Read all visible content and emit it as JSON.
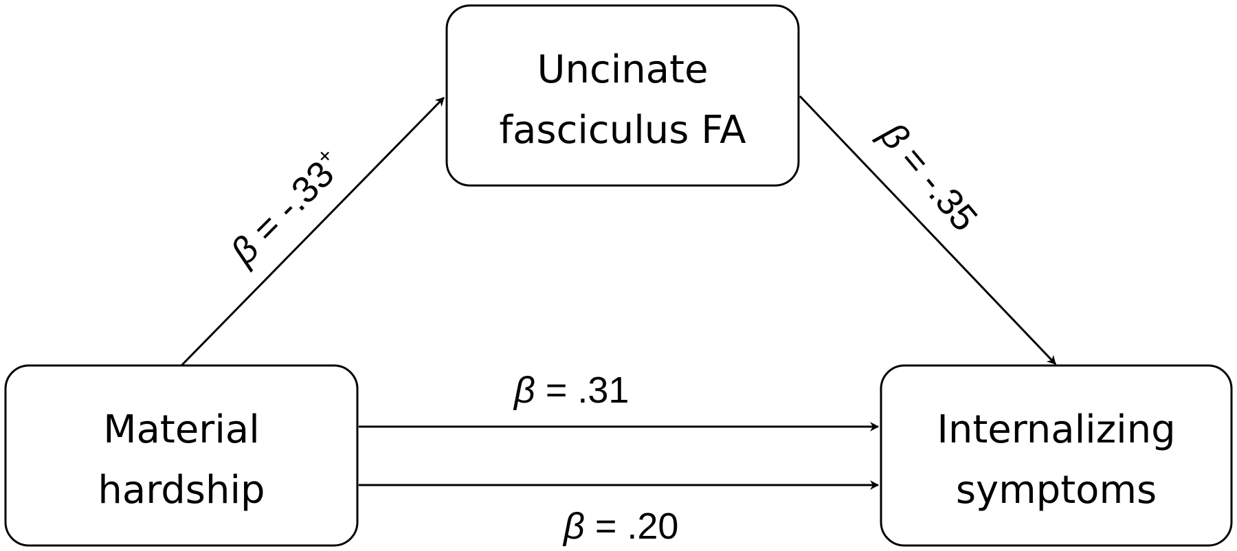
{
  "nodes": {
    "mediator": {
      "line1": "Uncinate",
      "line2": "fasciculus FA"
    },
    "predictor": {
      "line1": "Material",
      "line2": "hardship"
    },
    "outcome": {
      "line1": "Internalizing",
      "line2": "symptoms"
    }
  },
  "paths": {
    "a_path": {
      "symbol": "β",
      "text": " = -.33",
      "superscript": "+"
    },
    "b_path": {
      "symbol": "β",
      "text": " = -.35"
    },
    "total_effect": {
      "symbol": "β",
      "text": " = .31"
    },
    "direct_effect": {
      "symbol": "β",
      "text": " = .20"
    }
  },
  "colors": {
    "stroke": "#000000",
    "background": "#ffffff"
  }
}
